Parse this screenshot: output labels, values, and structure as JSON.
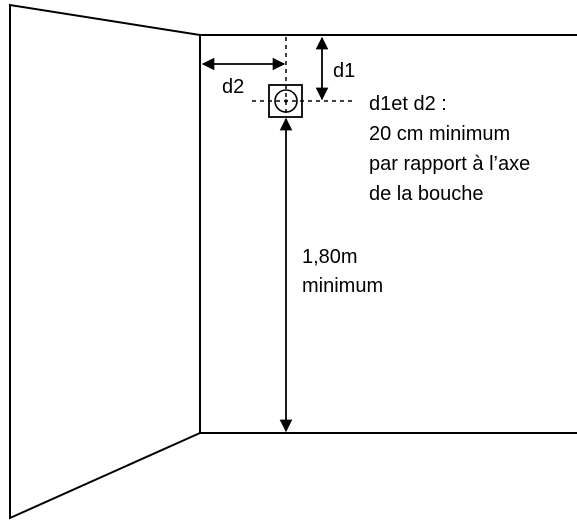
{
  "labels": {
    "d1": "d1",
    "d2": "d2",
    "note_line1": "d1et d2 :",
    "note_line2": "20 cm minimum",
    "note_line3": "par rapport à l’axe",
    "note_line4": "de la bouche",
    "height_value": "1,80m",
    "height_word": "minimum"
  },
  "colors": {
    "line": "#000000",
    "background": "#ffffff"
  }
}
